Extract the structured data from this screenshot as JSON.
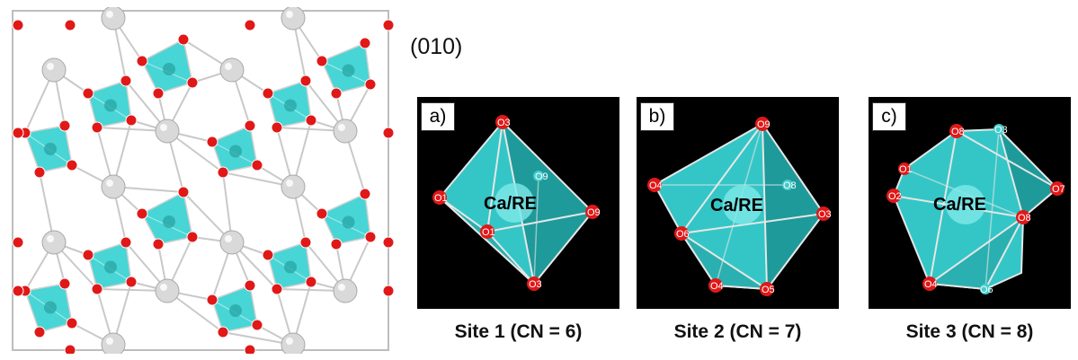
{
  "orientation": "(010)",
  "colors": {
    "polyhedron": "#3fd3d3",
    "oxygen": "#e01818",
    "cation": "#d9d9d9",
    "panel_bg": "#000000"
  },
  "panels": [
    {
      "label": "a)",
      "center": "Ca/RE",
      "site": "Site 1 (CN = 6)",
      "atoms": [
        "O3",
        "O9",
        "O1",
        "O9",
        "O1",
        "O3"
      ]
    },
    {
      "label": "b)",
      "center": "Ca/RE",
      "site": "Site 2 (CN = 7)",
      "atoms": [
        "O9",
        "O8",
        "O4",
        "O6",
        "O3",
        "O4",
        "O5"
      ]
    },
    {
      "label": "c)",
      "center": "Ca/RE",
      "site": "Site 3 (CN = 8)",
      "atoms": [
        "O8",
        "O3",
        "O1",
        "O2",
        "O7",
        "O8",
        "O4",
        "O6"
      ]
    }
  ]
}
